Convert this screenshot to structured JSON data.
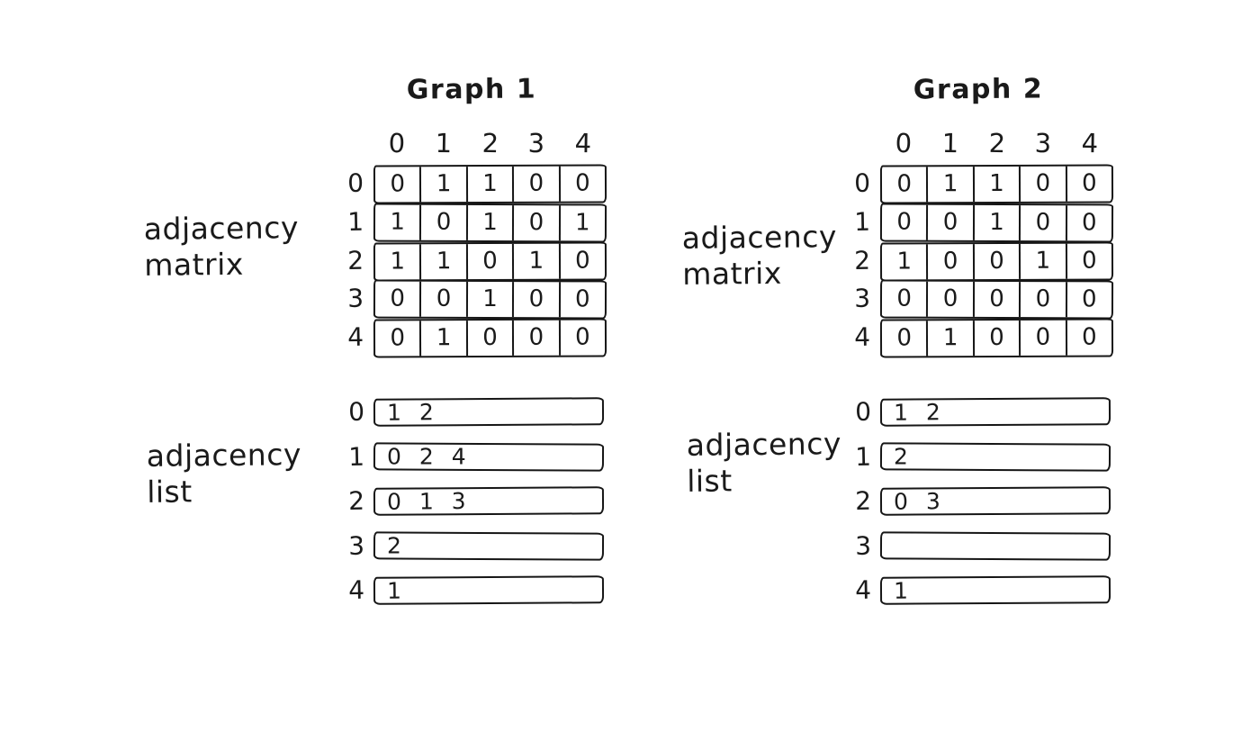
{
  "colors": {
    "ink": "#1a1a1a",
    "background": "#ffffff"
  },
  "graphs": [
    {
      "title": "Graph 1",
      "matrix_label": {
        "line1": "adjacency",
        "line2": "matrix"
      },
      "list_label": {
        "line1": "adjacency",
        "line2": "list"
      },
      "matrix": {
        "col_headers": [
          "0",
          "1",
          "2",
          "3",
          "4"
        ],
        "row_headers": [
          "0",
          "1",
          "2",
          "3",
          "4"
        ],
        "rows": [
          [
            "0",
            "1",
            "1",
            "0",
            "0"
          ],
          [
            "1",
            "0",
            "1",
            "0",
            "1"
          ],
          [
            "1",
            "1",
            "0",
            "1",
            "0"
          ],
          [
            "0",
            "0",
            "1",
            "0",
            "0"
          ],
          [
            "0",
            "1",
            "0",
            "0",
            "0"
          ]
        ]
      },
      "list": {
        "row_headers": [
          "0",
          "1",
          "2",
          "3",
          "4"
        ],
        "entries": [
          "1 2",
          "0 2 4",
          "0 1 3",
          "2",
          "1"
        ]
      }
    },
    {
      "title": "Graph 2",
      "matrix_label": {
        "line1": "adjacency",
        "line2": "matrix"
      },
      "list_label": {
        "line1": "adjacency",
        "line2": "list"
      },
      "matrix": {
        "col_headers": [
          "0",
          "1",
          "2",
          "3",
          "4"
        ],
        "row_headers": [
          "0",
          "1",
          "2",
          "3",
          "4"
        ],
        "rows": [
          [
            "0",
            "1",
            "1",
            "0",
            "0"
          ],
          [
            "0",
            "0",
            "1",
            "0",
            "0"
          ],
          [
            "1",
            "0",
            "0",
            "1",
            "0"
          ],
          [
            "0",
            "0",
            "0",
            "0",
            "0"
          ],
          [
            "0",
            "1",
            "0",
            "0",
            "0"
          ]
        ]
      },
      "list": {
        "row_headers": [
          "0",
          "1",
          "2",
          "3",
          "4"
        ],
        "entries": [
          "1 2",
          "2",
          "0 3",
          "",
          "1"
        ]
      }
    }
  ]
}
